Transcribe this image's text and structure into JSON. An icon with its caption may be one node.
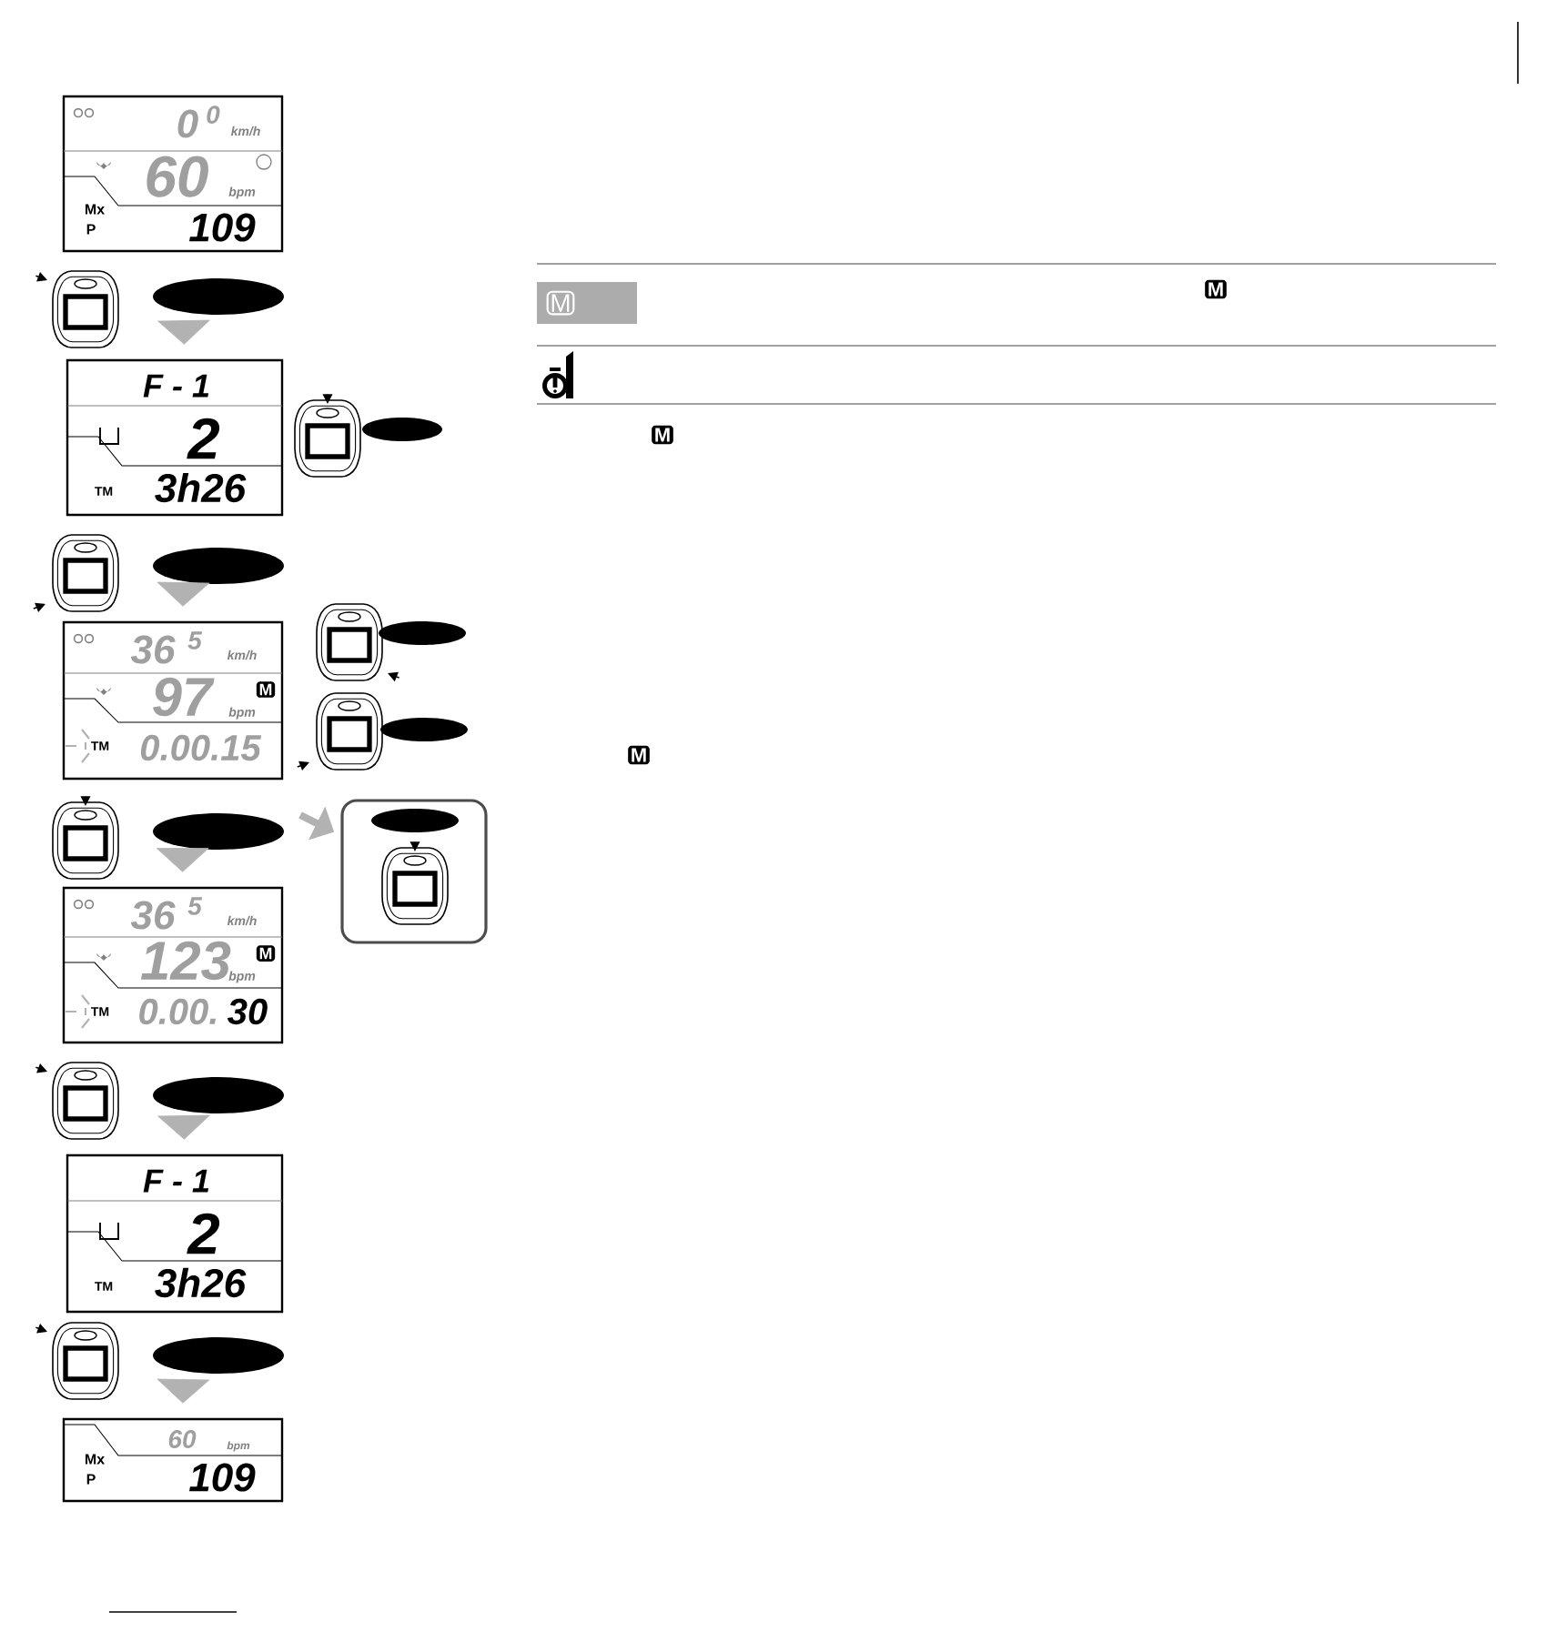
{
  "diagram": {
    "nodes": [
      {
        "text": [
          "0",
          "0",
          "km/h",
          "60",
          "bpm",
          "Mx",
          "P",
          "109"
        ]
      },
      {
        "text": [
          "F - 1",
          "2",
          "TM",
          "3h26"
        ]
      },
      {
        "text": [
          "36",
          "5",
          "km/h",
          "97",
          "bpm",
          "M",
          "TM",
          "0.00.15"
        ]
      },
      {
        "text": [
          "36",
          "5",
          "km/h",
          "123",
          "bpm",
          "M",
          "TM",
          "0.00.",
          "30"
        ]
      },
      {
        "text": [
          "F - 1",
          "2",
          "TM",
          "3h26"
        ]
      },
      {
        "text": [
          "60",
          "bpm",
          "Mx",
          "P",
          "109"
        ]
      },
      {
        "text": [],
        "shape": "box"
      }
    ],
    "edges": [
      {
        "from": 0,
        "to": 1,
        "arrow": "to"
      },
      {
        "from": 1,
        "to": 2,
        "arrow": "to"
      },
      {
        "from": 2,
        "to": 3,
        "arrow": "to"
      },
      {
        "from": 3,
        "to": 4,
        "arrow": "to"
      },
      {
        "from": 4,
        "to": 5,
        "arrow": "to"
      },
      {
        "from": null,
        "to": 6,
        "arrow": "to"
      }
    ],
    "labels": [
      "M",
      "M",
      "M",
      "M"
    ]
  }
}
